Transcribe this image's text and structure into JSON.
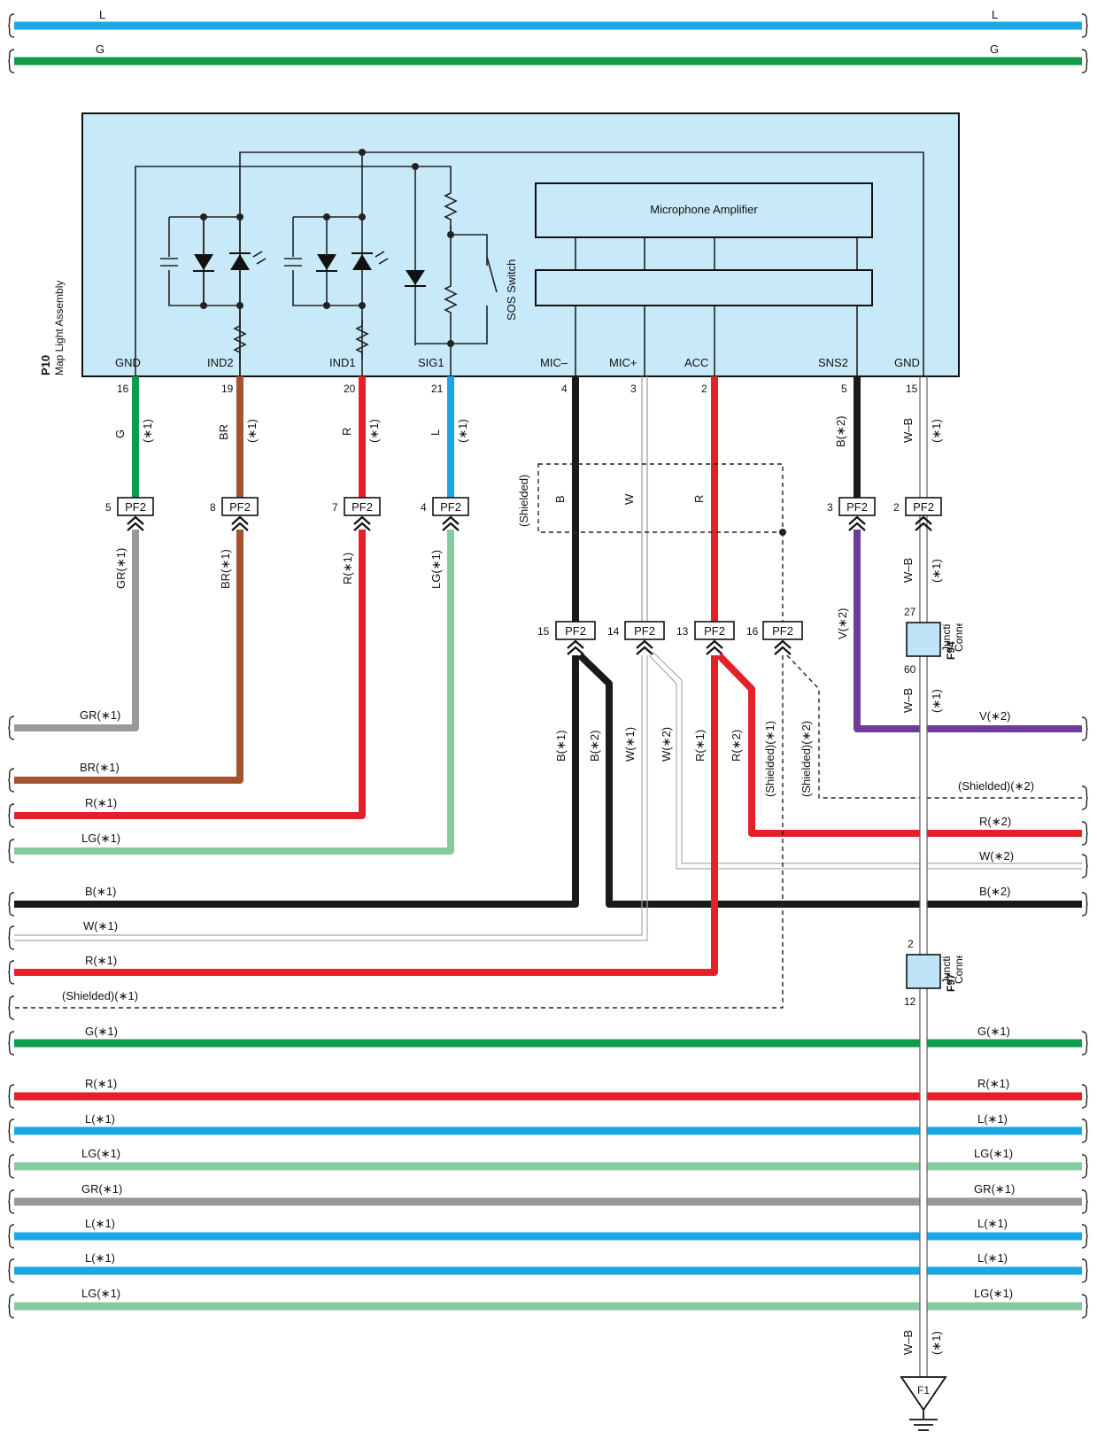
{
  "colors": {
    "L": "#1aa7e6",
    "G": "#0f9d4a",
    "GR": "#999999",
    "BR": "#a4532f",
    "R": "#e4202b",
    "LG": "#86cba0",
    "B": "#1a1a1a",
    "W": "#cccccc",
    "V": "#6d3d99",
    "WB": "#ffffff",
    "module_fill": "#c8e9f8",
    "junction_fill": "#bfe4f7"
  },
  "top_bus": [
    {
      "left": "L",
      "right": "L",
      "color": "L"
    },
    {
      "left": "G",
      "right": "G",
      "color": "G"
    }
  ],
  "module": {
    "id": "P10",
    "name": "Map Light Assembly",
    "amplifier_label": "Microphone Amplifier",
    "switch_label": "SOS Switch",
    "terminals": [
      {
        "name": "GND",
        "pin": "16",
        "wire": "G",
        "note": "(∗1)",
        "color": "G",
        "pf_pin": "5",
        "pf": "PF2",
        "out_wire": "GR(∗1)",
        "out_color": "GR"
      },
      {
        "name": "IND2",
        "pin": "19",
        "wire": "BR",
        "note": "(∗1)",
        "color": "BR",
        "pf_pin": "8",
        "pf": "PF2",
        "out_wire": "BR(∗1)",
        "out_color": "BR"
      },
      {
        "name": "IND1",
        "pin": "20",
        "wire": "R",
        "note": "(∗1)",
        "color": "R",
        "pf_pin": "7",
        "pf": "PF2",
        "out_wire": "R(∗1)",
        "out_color": "R"
      },
      {
        "name": "SIG1",
        "pin": "21",
        "wire": "L",
        "note": "(∗1)",
        "color": "L",
        "pf_pin": "4",
        "pf": "PF2",
        "out_wire": "LG(∗1)",
        "out_color": "LG"
      },
      {
        "name": "MIC–",
        "pin": "4",
        "wire": "B"
      },
      {
        "name": "MIC+",
        "pin": "3",
        "wire": "W"
      },
      {
        "name": "ACC",
        "pin": "2",
        "wire": "R"
      },
      {
        "name": "SNS2",
        "pin": "5",
        "wire": "B(∗2)",
        "pf_pin": "3",
        "pf": "PF2",
        "out_wire": "V(∗2)"
      },
      {
        "name": "GND",
        "pin": "15",
        "wire": "W–B",
        "note": "(∗1)",
        "pf_pin": "2",
        "pf": "PF2"
      }
    ]
  },
  "shielded_label": "(Shielded)",
  "mic_connectors": [
    {
      "pin": "15",
      "name": "PF2",
      "wires": [
        "B(∗1)",
        "B(∗2)"
      ]
    },
    {
      "pin": "14",
      "name": "PF2",
      "wires": [
        "W(∗1)",
        "W(∗2)"
      ]
    },
    {
      "pin": "13",
      "name": "PF2",
      "wires": [
        "R(∗1)",
        "R(∗2)"
      ]
    },
    {
      "pin": "16",
      "name": "PF2",
      "wires": [
        "(Shielded)(∗1)",
        "(Shielded)(∗2)"
      ]
    }
  ],
  "junctions": [
    {
      "id": "F94",
      "name": "Junction Connector",
      "pin_top": "27",
      "pin_bottom": "60",
      "wire_below": "W–B",
      "note": "(∗1)"
    },
    {
      "id": "F97",
      "name": "Junction Connector",
      "pin_top": "2",
      "pin_bottom": "12"
    }
  ],
  "ground": {
    "id": "F1",
    "wire": "W–B",
    "note": "(∗1)"
  },
  "left_wires": [
    "GR(∗1)",
    "BR(∗1)",
    "R(∗1)",
    "LG(∗1)",
    "B(∗1)",
    "W(∗1)",
    "R(∗1)",
    "(Shielded)(∗1)"
  ],
  "right_wires": [
    "V(∗2)",
    "(Shielded)(∗2)",
    "R(∗2)",
    "W(∗2)",
    "B(∗2)"
  ],
  "bottom_bus": [
    {
      "left": "G(∗1)",
      "right": "G(∗1)",
      "color": "G"
    },
    {
      "left": "R(∗1)",
      "right": "R(∗1)",
      "color": "R"
    },
    {
      "left": "L(∗1)",
      "right": "L(∗1)",
      "color": "L"
    },
    {
      "left": "LG(∗1)",
      "right": "LG(∗1)",
      "color": "LG"
    },
    {
      "left": "GR(∗1)",
      "right": "GR(∗1)",
      "color": "GR"
    },
    {
      "left": "L(∗1)",
      "right": "L(∗1)",
      "color": "L"
    },
    {
      "left": "L(∗1)",
      "right": "L(∗1)",
      "color": "L"
    },
    {
      "left": "LG(∗1)",
      "right": "LG(∗1)",
      "color": "LG"
    }
  ]
}
